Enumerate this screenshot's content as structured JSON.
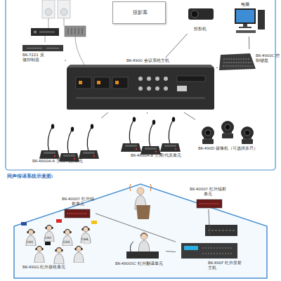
{
  "diagram": {
    "nodes": [
      {
        "text": [
          "投影幕"
        ]
      },
      {
        "text": [
          "投影机"
        ]
      },
      {
        "text": [
          "电脑"
        ]
      },
      {
        "text": [
          "BK-7221 反馈抑制器"
        ]
      },
      {
        "text": [
          "BK-4900C 控制键盘"
        ]
      },
      {
        "text": [
          "BK-4900 会议系统主机"
        ]
      },
      {
        "text": [
          "BK-4800A-A 主席/代表单元"
        ]
      },
      {
        "text": [
          "BK-4800A-B 主席/代表单元"
        ]
      },
      {
        "text": [
          "BK-490D 摄像机（可选择多只）"
        ]
      },
      {
        "text": [
          "BK-4000Y 红外辐射单元"
        ]
      },
      {
        "text": [
          "BK-4000Y 红外辐射单元"
        ]
      },
      {
        "text": [
          "BK-490G 红外接收单元"
        ]
      },
      {
        "text": [
          "BK-4800SC 红外翻译单元"
        ]
      },
      {
        "text": [
          "BK-490F 红外发射主机"
        ]
      }
    ],
    "edges": [
      {
        "from": 3,
        "to": 5,
        "arrow": "none"
      },
      {
        "from": 1,
        "to": 5,
        "arrow": "none"
      },
      {
        "from": 2,
        "to": 4,
        "arrow": "none"
      },
      {
        "from": 4,
        "to": 5,
        "arrow": "none"
      },
      {
        "from": 6,
        "to": 5,
        "arrow": "none"
      },
      {
        "from": 7,
        "to": 5,
        "arrow": "none"
      },
      {
        "from": 8,
        "to": 5,
        "arrow": "none"
      },
      {
        "from": 12,
        "to": 13,
        "arrow": "none"
      },
      {
        "from": 13,
        "to": 9,
        "arrow": "none"
      },
      {
        "from": 13,
        "to": 10,
        "arrow": "none"
      }
    ],
    "labels": [
      "同声传译系统示意图:",
      "CH1",
      "CH2",
      "CH3",
      "CH4"
    ]
  }
}
